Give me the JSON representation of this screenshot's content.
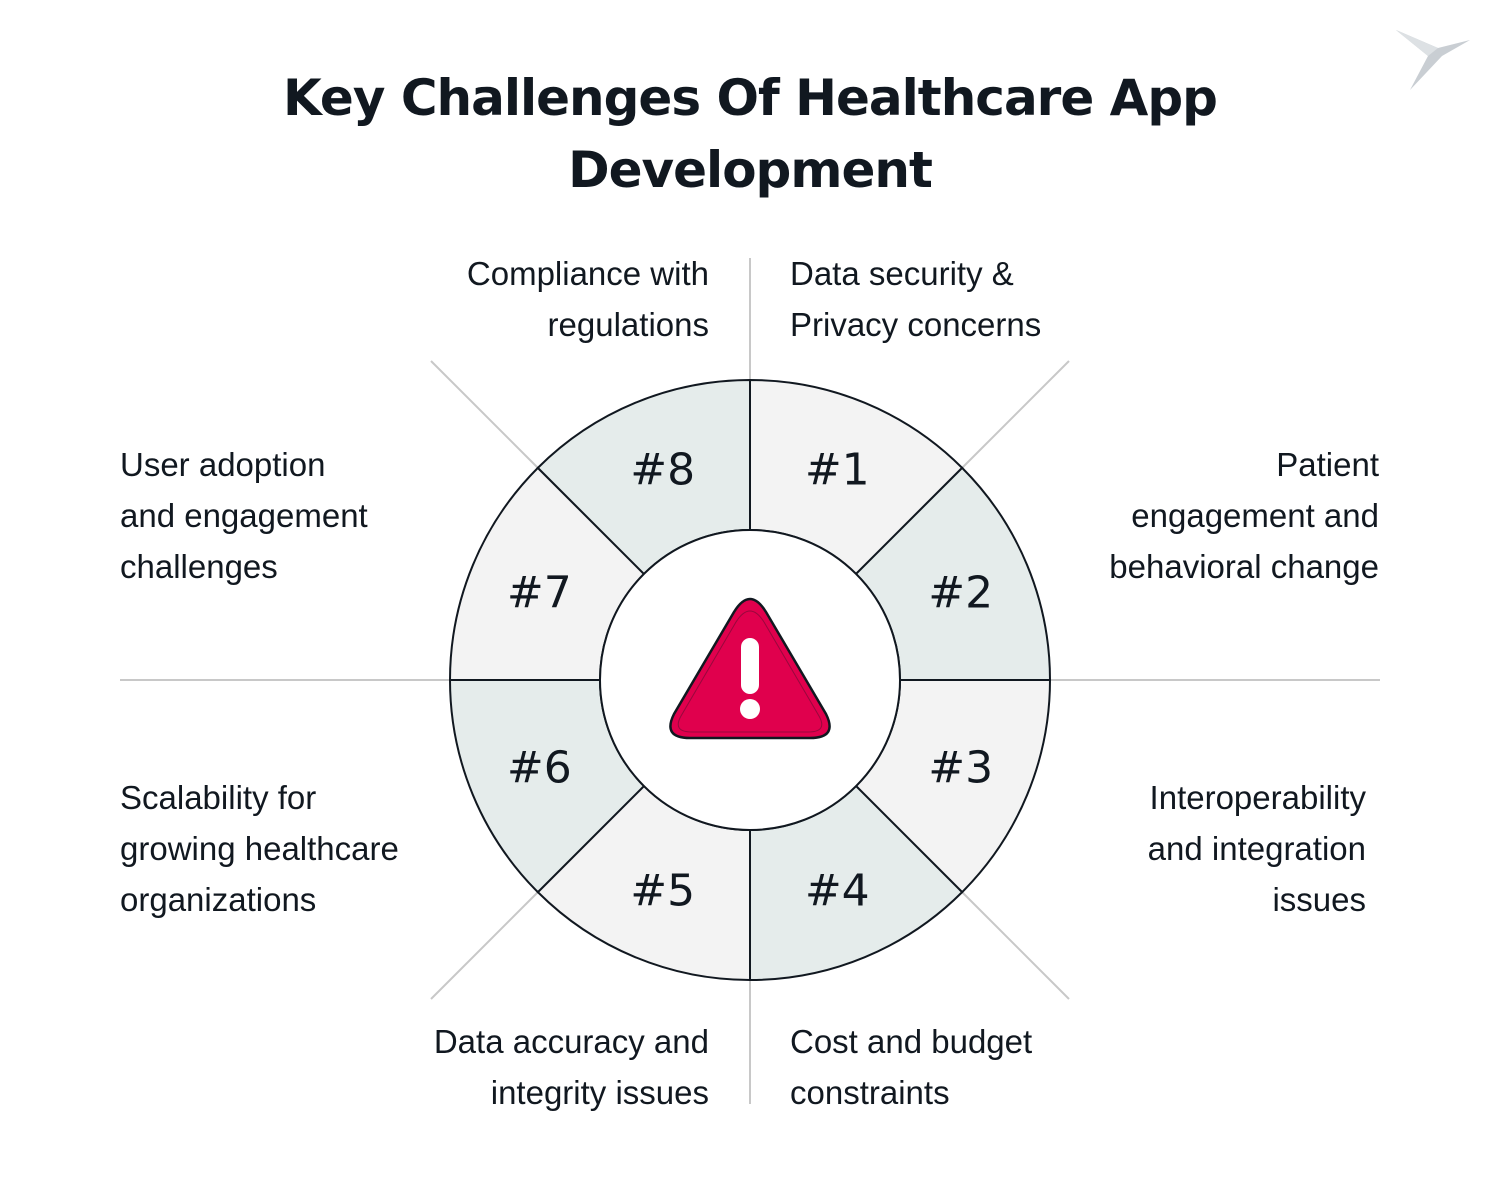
{
  "header": {
    "title_line1": "Key Challenges Of Healthcare App",
    "title_line2": "Development"
  },
  "logo": {
    "icon": "bird-logo-icon"
  },
  "center": {
    "icon": "warning-triangle-icon",
    "color": "#E0004D"
  },
  "colors": {
    "segment_light": "#F3F3F3",
    "segment_teal": "#E5ECEB",
    "outline": "#111820",
    "divider": "#C8C8C8"
  },
  "segments": [
    {
      "number": "#1",
      "label_lines": [
        "Data security &",
        "Privacy concerns"
      ]
    },
    {
      "number": "#2",
      "label_lines": [
        "Patient",
        "engagement and",
        "behavioral change"
      ]
    },
    {
      "number": "#3",
      "label_lines": [
        "Interoperability",
        "and integration",
        "issues"
      ]
    },
    {
      "number": "#4",
      "label_lines": [
        "Cost and budget",
        "constraints"
      ]
    },
    {
      "number": "#5",
      "label_lines": [
        "Data accuracy and",
        "integrity issues"
      ]
    },
    {
      "number": "#6",
      "label_lines": [
        "Scalability for",
        "growing healthcare",
        "organizations"
      ]
    },
    {
      "number": "#7",
      "label_lines": [
        "User adoption",
        "and engagement",
        "challenges"
      ]
    },
    {
      "number": "#8",
      "label_lines": [
        "Compliance with",
        "regulations"
      ]
    }
  ]
}
